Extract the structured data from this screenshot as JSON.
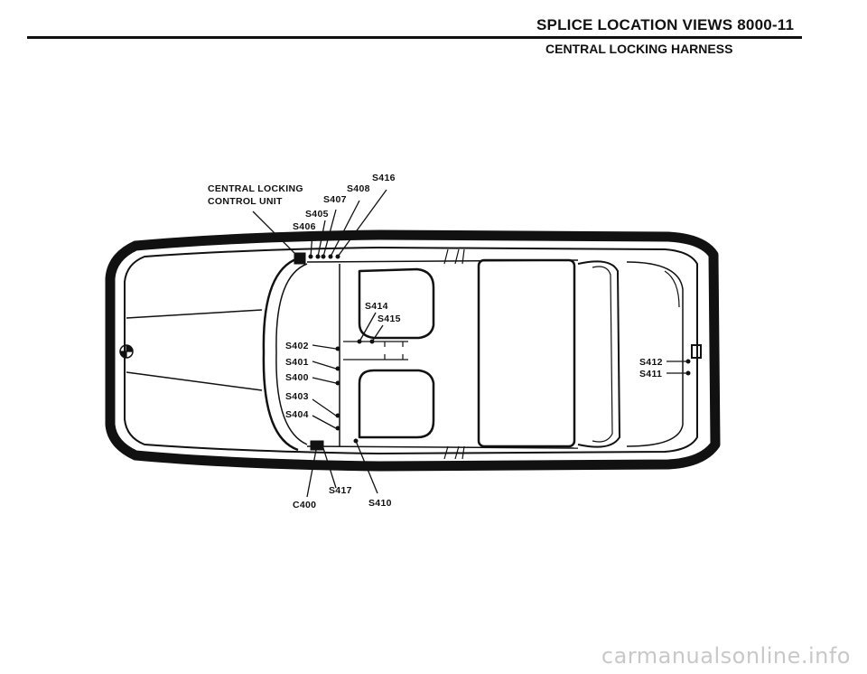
{
  "header": {
    "title": "SPLICE LOCATION VIEWS 8000-11",
    "subtitle": "CENTRAL LOCKING HARNESS"
  },
  "diagram": {
    "callouts": {
      "control_unit_line1": "CENTRAL LOCKING",
      "control_unit_line2": "CONTROL UNIT",
      "s416": "S416",
      "s408": "S408",
      "s407": "S407",
      "s405": "S405",
      "s406": "S406",
      "s414": "S414",
      "s415": "S415",
      "s402": "S402",
      "s401": "S401",
      "s400": "S400",
      "s403": "S403",
      "s404": "S404",
      "s412": "S412",
      "s411": "S411",
      "s417": "S417",
      "c400": "C400",
      "s410": "S410"
    }
  },
  "watermark": "carmanualsonline.info"
}
